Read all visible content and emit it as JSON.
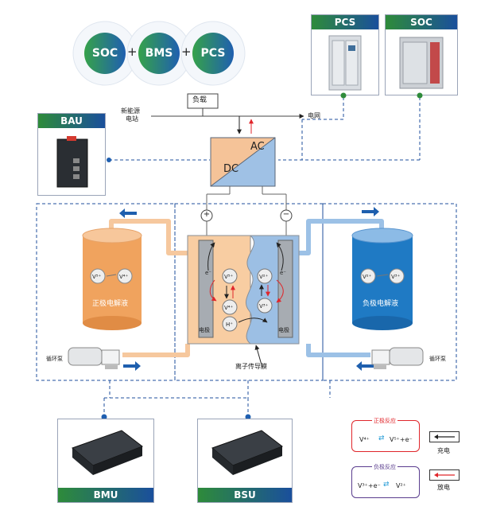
{
  "top": {
    "soc": "SOC",
    "bms": "BMS",
    "pcs": "PCS",
    "plus1": "+",
    "plus2": "+"
  },
  "equip": {
    "pcs_tag": "PCS",
    "soc_tag": "SOC",
    "bau_tag": "BAU",
    "bmu_tag": "BMU",
    "bsu_tag": "BSU"
  },
  "grid": {
    "load": "负载",
    "new_energy_1": "新能源",
    "new_energy_2": "电站",
    "power_grid": "电网"
  },
  "converter": {
    "ac": "AC",
    "dc": "DC"
  },
  "stack": {
    "plus": "+",
    "minus": "−",
    "pos_electrode": "电极",
    "neg_electrode": "电极",
    "membrane": "离子传导膜",
    "e_left": "e⁻",
    "e_right": "e⁻",
    "v5": "V⁵⁺",
    "v4": "V⁴⁺",
    "h": "H⁺",
    "v2": "V²⁺",
    "v3": "V³⁺"
  },
  "tanks": {
    "left_label": "正极电解液",
    "right_label": "负极电解液",
    "left_v5": "V⁵⁺",
    "left_v4": "V⁴⁺",
    "right_v2": "V²⁺",
    "right_v3": "V³⁺"
  },
  "pumps": {
    "left": "循环泵",
    "right": "循环泵"
  },
  "legend": {
    "pos_title": "正极反应",
    "pos_left": "V⁴⁺",
    "pos_right": "V⁵⁺+e⁻",
    "neg_title": "负极反应",
    "neg_left": "V³⁺+e⁻",
    "neg_right": "V²⁺",
    "charge": "充电",
    "discharge": "放电"
  },
  "colors": {
    "positive": "#f0a35e",
    "negative": "#1f7ac4",
    "pipe_pos": "#f6c89e",
    "pipe_neg": "#9cc1e6",
    "accent_green": "#2e8b3a",
    "accent_blue": "#1a4f9c"
  }
}
